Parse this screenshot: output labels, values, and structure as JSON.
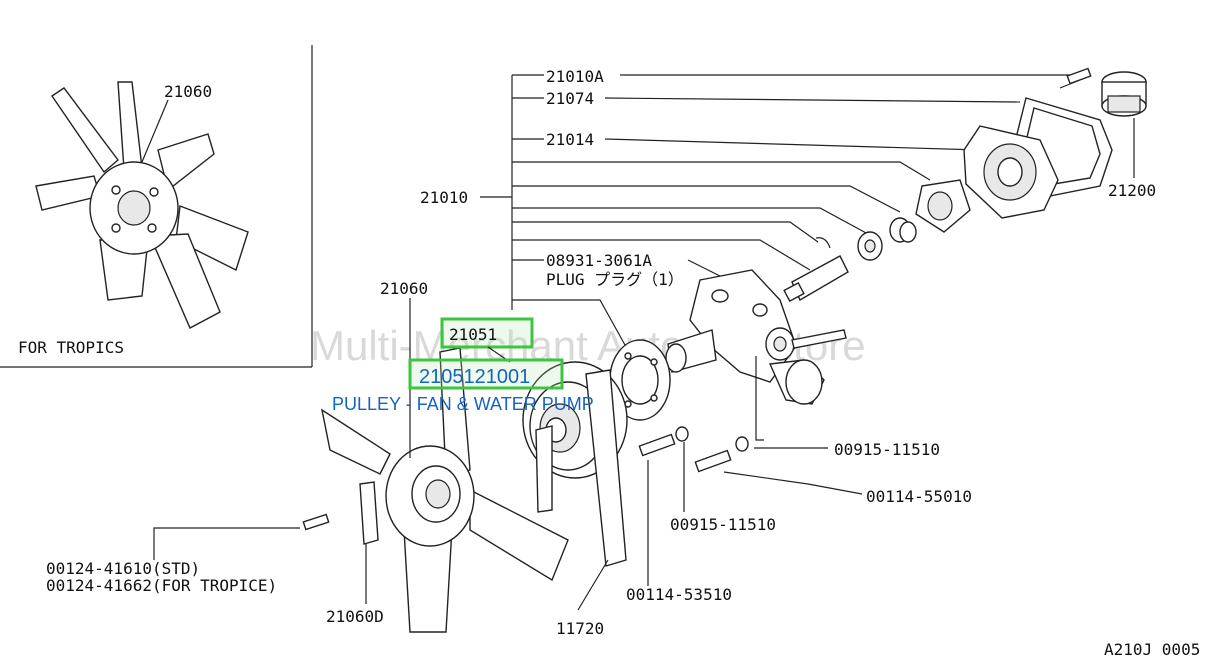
{
  "watermark": "Multi-Merchant Auto Partstore",
  "inset_label": "FOR TROPICS",
  "diagram_code": "A210J 0005",
  "highlight": {
    "part_number": "21051",
    "full_part_number": "2105121001",
    "description": "PULLEY - FAN & WATER PUMP",
    "color": "#3ec43e",
    "text_color": "#1565c0"
  },
  "labels": {
    "inset_fan": "21060",
    "pump_assembly": "21010",
    "gasket_bolt": "21010A",
    "gasket": "21074",
    "water_pump_body": "21014",
    "thermostat": "21200",
    "plug_part": "08931-3061A",
    "plug_name": "PLUG プラグ（1）",
    "fan": "21060",
    "washer_right": "00915-11510",
    "bolt_right": "00114-55010",
    "washer_center": "00915-11510",
    "bolt_center": "00114-53510",
    "fan_bolt_std": "00124-41610(STD)",
    "fan_bolt_tropics": "00124-41662(FOR TROPICE)",
    "fan_spacer": "21060D",
    "belt": "11720"
  }
}
